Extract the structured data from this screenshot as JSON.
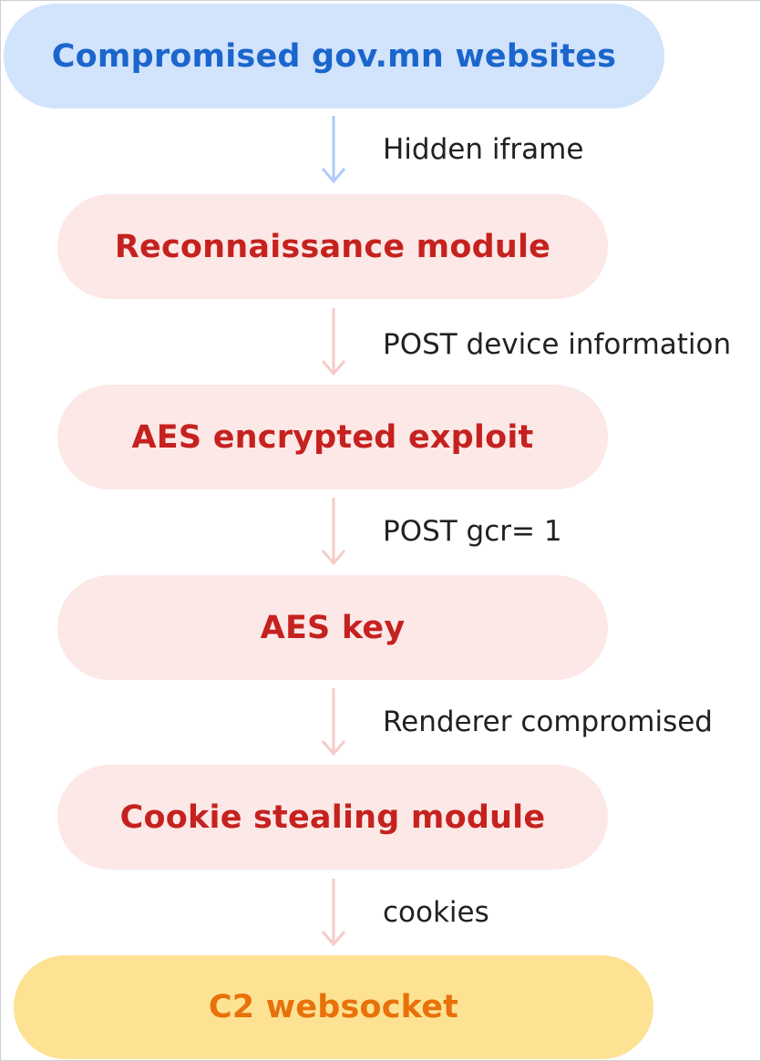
{
  "nodes": [
    {
      "label": "Compromised gov.mn websites"
    },
    {
      "label": "Reconnaissance module"
    },
    {
      "label": "AES encrypted exploit"
    },
    {
      "label": "AES key"
    },
    {
      "label": "Cookie stealing module"
    },
    {
      "label": "C2 websocket"
    }
  ],
  "edges": [
    {
      "label": "Hidden iframe"
    },
    {
      "label": "POST device information"
    },
    {
      "label": "POST gcr= 1"
    },
    {
      "label": "Renderer compromised"
    },
    {
      "label": "cookies"
    }
  ],
  "colors": {
    "blue_fill": "#d2e3fc",
    "blue_text": "#1a66cc",
    "blue_arrow": "#aecbfa",
    "pink_fill": "#fce8e6",
    "pink_text": "#c5221f",
    "pink_arrow": "#f6cbc7",
    "yellow_fill": "#fde293",
    "yellow_text": "#e8710a",
    "edge_text": "#202124"
  }
}
